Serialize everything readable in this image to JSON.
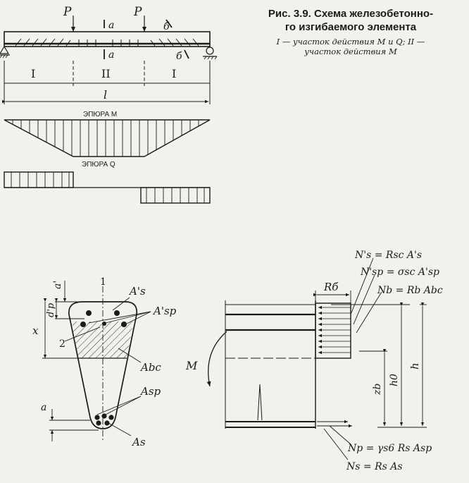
{
  "caption": {
    "title": "Рис. 3.9. Схема железобетонно-го изгибаемого элемента",
    "title_line1": "Рис. 3.9. Схема железобетонно-",
    "title_line2": "го изгибаемого элемента",
    "subtitle_line1": "I — участок действия M и Q; II —",
    "subtitle_line2": "участок действия M"
  },
  "beam": {
    "load_left": "P",
    "load_right": "P",
    "section_a_top": "a",
    "section_a_bottom": "a",
    "section_b_top": "б",
    "section_b_bottom": "б",
    "zone_left": "I",
    "zone_middle": "II",
    "zone_right": "I",
    "span": "l",
    "moment_diagram": "ЭПЮРА М",
    "shear_diagram": "ЭПЮРА Q"
  },
  "section": {
    "a_prime": "a'",
    "dp_prime": "d'p",
    "x": "x",
    "label_1": "1",
    "label_2": "2",
    "As_prime": "A's",
    "Asp_prime": "A'sp",
    "Abc": "Abc",
    "Asp": "Asp",
    "As": "As",
    "a": "a"
  },
  "stress": {
    "Ns_prime": "N's = Rsc A's",
    "Nsp_prime": "N'sp = σsc A'sp",
    "Nb": "Nb = Rb Abc",
    "Rb": "Rб",
    "M": "M",
    "zb": "zb",
    "h0": "h0",
    "h": "h",
    "Np": "Np = γs6 Rs Asp",
    "Ns": "Ns = Rs As"
  },
  "colors": {
    "ink": "#1b1b1b",
    "paper": "#f2f1ec"
  }
}
